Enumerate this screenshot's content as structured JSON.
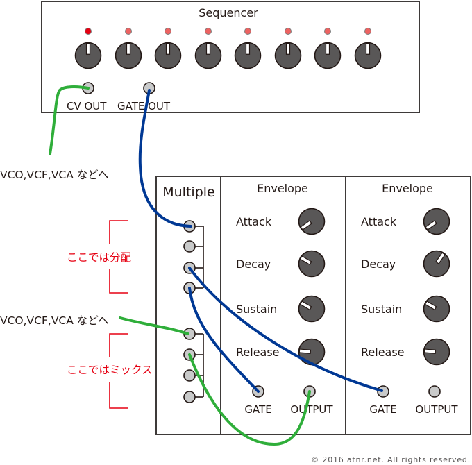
{
  "colors": {
    "cable_blue": "#003894",
    "cable_green": "#2fae3a",
    "led_active": "#e60012",
    "led_idle": "#ed6261",
    "annotation_red": "#e60012",
    "knob_body": "#595757",
    "jack_body": "#c9caca"
  },
  "sequencer": {
    "title": "Sequencer",
    "step_count": 8,
    "active_step": 1,
    "leds": [
      {
        "step": 1,
        "state": "on"
      },
      {
        "step": 2,
        "state": "off"
      },
      {
        "step": 3,
        "state": "off"
      },
      {
        "step": 4,
        "state": "off"
      },
      {
        "step": 5,
        "state": "off"
      },
      {
        "step": 6,
        "state": "off"
      },
      {
        "step": 7,
        "state": "off"
      },
      {
        "step": 8,
        "state": "off"
      }
    ],
    "knob_angles_deg": [
      0,
      0,
      0,
      0,
      0,
      0,
      0,
      0
    ],
    "outputs": {
      "cv_out": "CV OUT",
      "gate_out": "GATE OUT"
    }
  },
  "multiple": {
    "title": "Multiple",
    "groups": [
      {
        "name": "distribute",
        "jack_count": 4
      },
      {
        "name": "mix",
        "jack_count": 4
      }
    ]
  },
  "envelopes": [
    {
      "title": "Envelope",
      "params": [
        {
          "label": "Attack",
          "angle_deg": -125
        },
        {
          "label": "Decay",
          "angle_deg": -60
        },
        {
          "label": "Sustain",
          "angle_deg": -60
        },
        {
          "label": "Release",
          "angle_deg": -85
        }
      ],
      "jacks": {
        "gate": "GATE",
        "output": "OUTPUT"
      }
    },
    {
      "title": "Envelope",
      "params": [
        {
          "label": "Attack",
          "angle_deg": -125
        },
        {
          "label": "Decay",
          "angle_deg": 35
        },
        {
          "label": "Sustain",
          "angle_deg": -60
        },
        {
          "label": "Release",
          "angle_deg": -85
        }
      ],
      "jacks": {
        "gate": "GATE",
        "output": "OUTPUT"
      }
    }
  ],
  "annotations": {
    "to_vco_top": "VCO,VCF,VCA などへ",
    "to_vco_middle": "VCO,VCF,VCA などへ",
    "distribute_note": "ここでは分配",
    "mix_note": "ここではミックス"
  },
  "copyright": "© 2016 atnr.net. All rights reserved."
}
